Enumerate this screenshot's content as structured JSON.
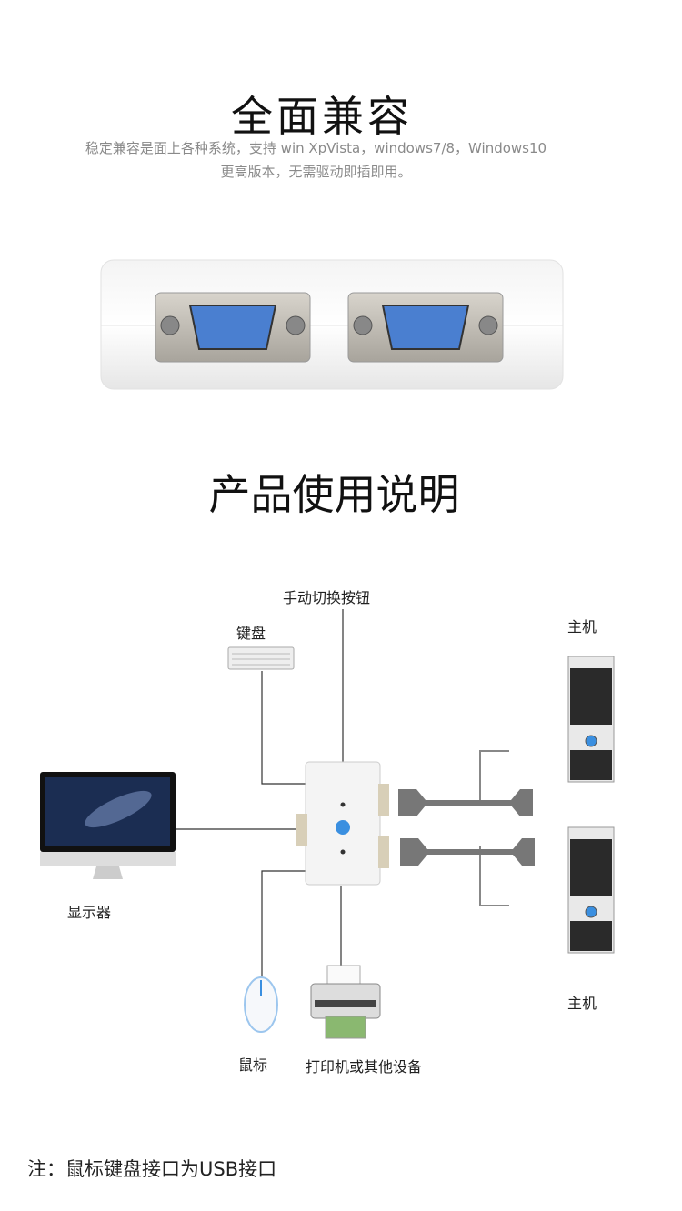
{
  "section1": {
    "title": "全面兼容",
    "subtitle_line1": "稳定兼容是面上各种系统，支持 win XpVista，windows7/8，Windows10",
    "subtitle_line2": "更高版本，无需驱动即插即用。"
  },
  "section2": {
    "title": "产品使用说明",
    "labels": {
      "switch_button": "手动切换按钮",
      "keyboard": "键盘",
      "host_top": "主机",
      "monitor": "显示器",
      "mouse": "鼠标",
      "printer": "打印机或其他设备",
      "host_bottom": "主机"
    },
    "note": "注：鼠标键盘接口为USB接口"
  },
  "colors": {
    "button_blue": "#3a8fe0",
    "vga_blue": "#4a7fd0"
  }
}
